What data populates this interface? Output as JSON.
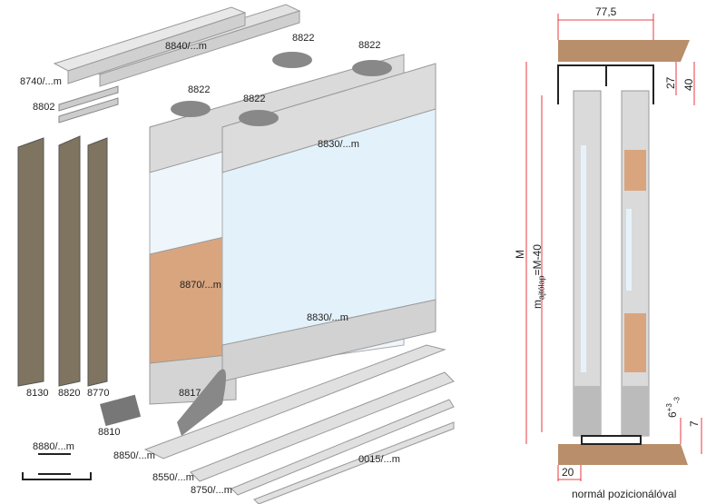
{
  "exploded_view": {
    "labels": {
      "p8740": "8740/...m",
      "p8840": "8840/...m",
      "p8802": "8802",
      "p8822a": "8822",
      "p8822b": "8822",
      "p8822c": "8822",
      "p8822d": "8822",
      "p8830a": "8830/...m",
      "p8830b": "8830/...m",
      "p8870": "8870/...m",
      "p8130": "8130",
      "p8820": "8820",
      "p8770": "8770",
      "p8817": "8817",
      "p8810": "8810",
      "p8880": "8880/...m",
      "p8850": "8850/...m",
      "p8550": "8550/...m",
      "p8750": "8750/...m",
      "p0015": "0015/...m"
    }
  },
  "section_view": {
    "width_dim": "77,5",
    "dim_27": "27",
    "dim_40": "40",
    "dim_M": "M",
    "dim_m_main": "m",
    "dim_m_sub": "ajtólap",
    "dim_m_formula": "=M-40",
    "dim_tol": "6",
    "dim_tol_sup": "+3",
    "dim_tol_sub": "-3",
    "dim_7": "7",
    "dim_20": "20",
    "caption": "normál pozicionálóval"
  },
  "colors": {
    "wood": "#b98e6a",
    "aluminium": "#d4d4d4",
    "glass": "#e6f2fb",
    "dim_red": "#e30613"
  }
}
